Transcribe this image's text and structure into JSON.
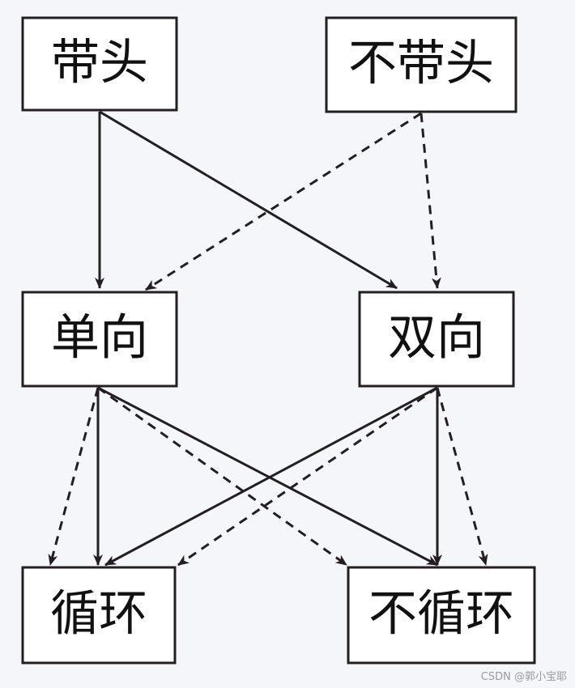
{
  "nodes": [
    {
      "id": "with-head",
      "label": "带头"
    },
    {
      "id": "without-head",
      "label": "不带头"
    },
    {
      "id": "singly",
      "label": "单向"
    },
    {
      "id": "doubly",
      "label": "双向"
    },
    {
      "id": "circular",
      "label": "循环"
    },
    {
      "id": "non-circular",
      "label": "不循环"
    }
  ],
  "edges": [
    {
      "from": "with-head",
      "to": "singly",
      "style": "solid"
    },
    {
      "from": "with-head",
      "to": "doubly",
      "style": "solid"
    },
    {
      "from": "without-head",
      "to": "singly",
      "style": "dashed"
    },
    {
      "from": "without-head",
      "to": "doubly",
      "style": "dashed"
    },
    {
      "from": "singly",
      "to": "circular",
      "style": "solid"
    },
    {
      "from": "singly",
      "to": "circular",
      "style": "dashed"
    },
    {
      "from": "singly",
      "to": "non-circular",
      "style": "solid"
    },
    {
      "from": "singly",
      "to": "non-circular",
      "style": "dashed"
    },
    {
      "from": "doubly",
      "to": "circular",
      "style": "solid"
    },
    {
      "from": "doubly",
      "to": "circular",
      "style": "dashed"
    },
    {
      "from": "doubly",
      "to": "non-circular",
      "style": "solid"
    },
    {
      "from": "doubly",
      "to": "non-circular",
      "style": "dashed"
    }
  ],
  "colors": {
    "background": "#f5f6fa",
    "box_fill": "#ffffff",
    "stroke": "#231f20",
    "text": "#111111"
  },
  "watermark": "CSDN @郭小宝耶"
}
